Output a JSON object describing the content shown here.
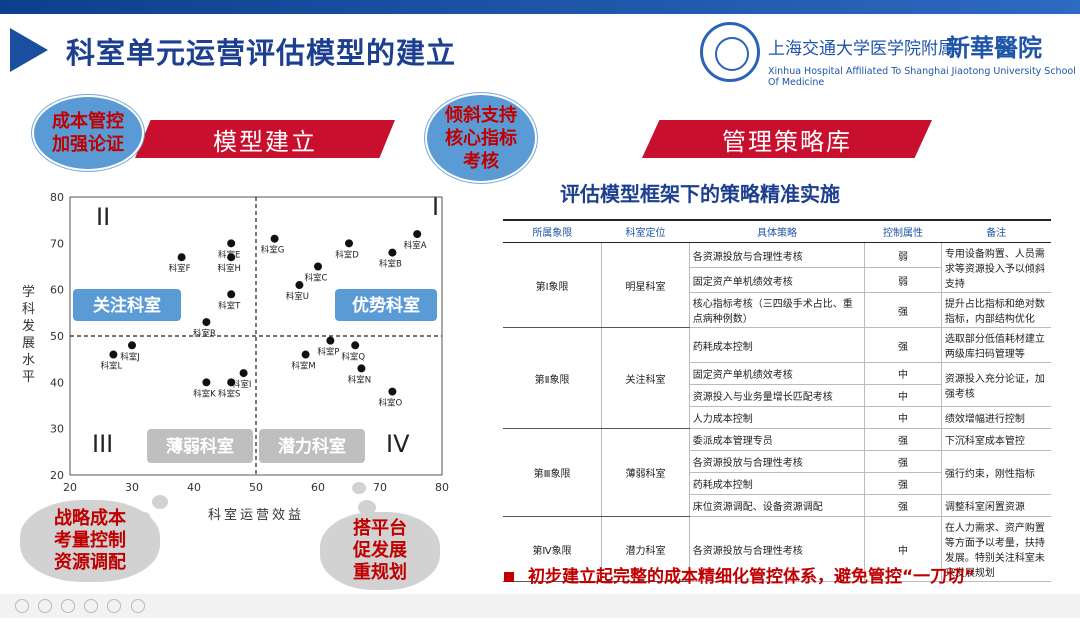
{
  "header": {
    "title": "科室单元运营评估模型的建立",
    "hospital_cn": "上海交通大学医学院附属",
    "hospital_name": "新華醫院",
    "hospital_en": "Xinhua Hospital Affiliated To Shanghai Jiaotong University School Of Medicine"
  },
  "left": {
    "banner": "模型建立",
    "bubble_left": "成本管控\n加强论证",
    "bubble_right": "倾斜支持\n核心指标\n考核",
    "cloud_left": "战略成本\n考量控制\n资源调配",
    "cloud_right": "搭平台\n促发展\n重规划"
  },
  "right": {
    "banner": "管理策略库",
    "subtitle": "评估模型框架下的策略精准实施",
    "table": {
      "headers": [
        "所属象限",
        "科室定位",
        "具体策略",
        "控制属性",
        "备注"
      ],
      "groups": [
        {
          "quadrant": "第Ⅰ象限",
          "position": "明星科室",
          "rows": [
            {
              "strategy": "各资源投放与合理性考核",
              "control": "弱",
              "note": "专用设备购置、人员需求等资源投入予以倾斜支持",
              "note_span": 2
            },
            {
              "strategy": "固定资产单机绩效考核",
              "control": "弱"
            },
            {
              "strategy": "核心指标考核（三四级手术占比、重点病种例数）",
              "control": "强",
              "note": "提升占比指标和绝对数指标，内部结构优化",
              "note_span": 1
            }
          ]
        },
        {
          "quadrant": "第Ⅱ象限",
          "position": "关注科室",
          "rows": [
            {
              "strategy": "药耗成本控制",
              "control": "强",
              "note": "选取部分低值耗材建立两级库扫码管理等",
              "note_span": 1
            },
            {
              "strategy": "固定资产单机绩效考核",
              "control": "中",
              "note": "资源投入充分论证，加强考核",
              "note_span": 2
            },
            {
              "strategy": "资源投入与业务量增长匹配考核",
              "control": "中"
            },
            {
              "strategy": "人力成本控制",
              "control": "中",
              "note": "绩效增幅进行控制",
              "note_span": 1
            }
          ]
        },
        {
          "quadrant": "第Ⅲ象限",
          "position": "薄弱科室",
          "rows": [
            {
              "strategy": "委派成本管理专员",
              "control": "强",
              "note": "下沉科室成本管控",
              "note_span": 1
            },
            {
              "strategy": "各资源投放与合理性考核",
              "control": "强",
              "note": "强行约束，刚性指标",
              "note_span": 2
            },
            {
              "strategy": "药耗成本控制",
              "control": "强"
            },
            {
              "strategy": "床位资源调配、设备资源调配",
              "control": "强",
              "note": "调整科室闲置资源",
              "note_span": 1
            }
          ]
        },
        {
          "quadrant": "第Ⅳ象限",
          "position": "潜力科室",
          "rows": [
            {
              "strategy": "各资源投放与合理性考核",
              "control": "中",
              "note": "在人力需求、资产购置等方面予以考量，扶持发展。特别关注科室未来发展规划",
              "note_span": 1
            }
          ]
        }
      ]
    },
    "bottom_line": "初步建立起完整的成本精细化管控体系，避免管控“一刀切”"
  },
  "chart_data": {
    "type": "scatter",
    "xlabel": "科室运营效益",
    "ylabel": "学科发展水平",
    "xlim": [
      20,
      80
    ],
    "ylim": [
      20,
      80
    ],
    "x_ticks": [
      20,
      30,
      40,
      50,
      60,
      70,
      80
    ],
    "y_ticks": [
      20,
      30,
      40,
      50,
      60,
      70,
      80
    ],
    "divider_x": 50,
    "divider_y": 50,
    "quadrant_numerals": {
      "I": "I",
      "II": "II",
      "III": "III",
      "IV": "IV"
    },
    "quadrant_labels": {
      "top_left": "关注科室",
      "top_right": "优势科室",
      "bottom_left": "薄弱科室",
      "bottom_right": "潜力科室"
    },
    "points": [
      {
        "name": "科室A",
        "x": 76,
        "y": 72
      },
      {
        "name": "科室B",
        "x": 72,
        "y": 68
      },
      {
        "name": "科室C",
        "x": 60,
        "y": 65
      },
      {
        "name": "科室D",
        "x": 65,
        "y": 70
      },
      {
        "name": "科室E",
        "x": 46,
        "y": 70
      },
      {
        "name": "科室F",
        "x": 38,
        "y": 67
      },
      {
        "name": "科室G",
        "x": 53,
        "y": 71
      },
      {
        "name": "科室H",
        "x": 46,
        "y": 67
      },
      {
        "name": "科室I",
        "x": 48,
        "y": 42
      },
      {
        "name": "科室J",
        "x": 30,
        "y": 48
      },
      {
        "name": "科室K",
        "x": 42,
        "y": 40
      },
      {
        "name": "科室L",
        "x": 27,
        "y": 46
      },
      {
        "name": "科室M",
        "x": 58,
        "y": 46
      },
      {
        "name": "科室N",
        "x": 67,
        "y": 43
      },
      {
        "name": "科室O",
        "x": 72,
        "y": 38
      },
      {
        "name": "科室P",
        "x": 62,
        "y": 49
      },
      {
        "name": "科室Q",
        "x": 66,
        "y": 48
      },
      {
        "name": "科室R",
        "x": 42,
        "y": 53
      },
      {
        "name": "科室S",
        "x": 46,
        "y": 40
      },
      {
        "name": "科室T",
        "x": 46,
        "y": 59
      },
      {
        "name": "科室U",
        "x": 57,
        "y": 61
      }
    ]
  }
}
